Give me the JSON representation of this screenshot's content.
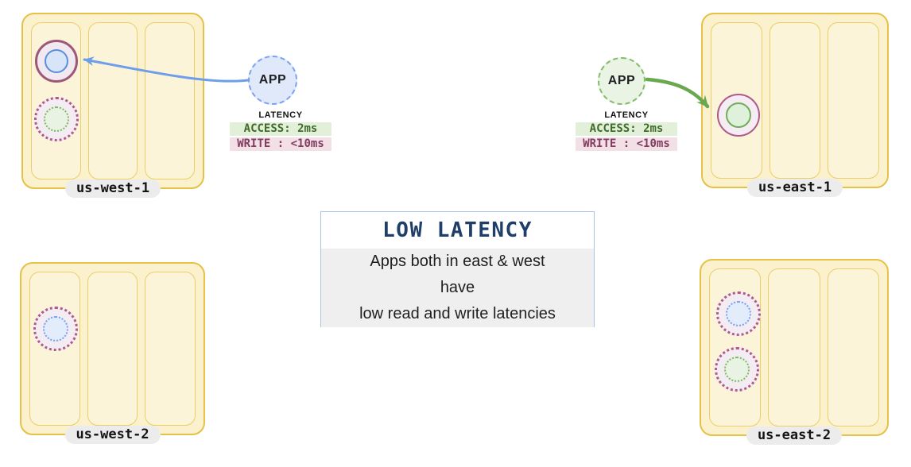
{
  "diagram": {
    "regions": {
      "us_west_1": {
        "label": "us-west-1"
      },
      "us_east_1": {
        "label": "us-east-1"
      },
      "us_west_2": {
        "label": "us-west-2"
      },
      "us_east_2": {
        "label": "us-east-2"
      }
    },
    "apps": {
      "west": {
        "label": "APP"
      },
      "east": {
        "label": "APP"
      }
    },
    "latency_west": {
      "title": "LATENCY",
      "access": "ACCESS: 2ms",
      "write": "WRITE : <10ms"
    },
    "latency_east": {
      "title": "LATENCY",
      "access": "ACCESS: 2ms",
      "write": "WRITE : <10ms"
    },
    "info_box": {
      "title": "LOW LATENCY",
      "line1": "Apps both in east & west",
      "line2": "have",
      "line3": "low read and write latencies"
    },
    "colors": {
      "region_fill": "#FBF1CC",
      "region_border": "#E5C148",
      "zone_fill": "#FBF4D8",
      "zone_border": "#EACE6A",
      "app_west_fill": "#DFE9FA",
      "app_west_border": "#7D9FF0",
      "app_east_fill": "#E9F4E4",
      "app_east_border": "#84BB6A",
      "arrow_west": "#6D9EEB",
      "arrow_east": "#6AA84F",
      "node_ring_purple": "#9E5679",
      "node_core_blue": "#5B8EDE",
      "node_core_green": "#6FAE58",
      "access_badge_bg": "#E2EFD9",
      "access_badge_text": "#3F6C28",
      "write_badge_bg": "#F3E0E7",
      "write_badge_text": "#833C60",
      "info_border": "#A6C4E4",
      "info_title_text": "#1F3E68",
      "info_body_bg": "#EFEFEF",
      "region_label_bg": "#ECECEC"
    }
  }
}
